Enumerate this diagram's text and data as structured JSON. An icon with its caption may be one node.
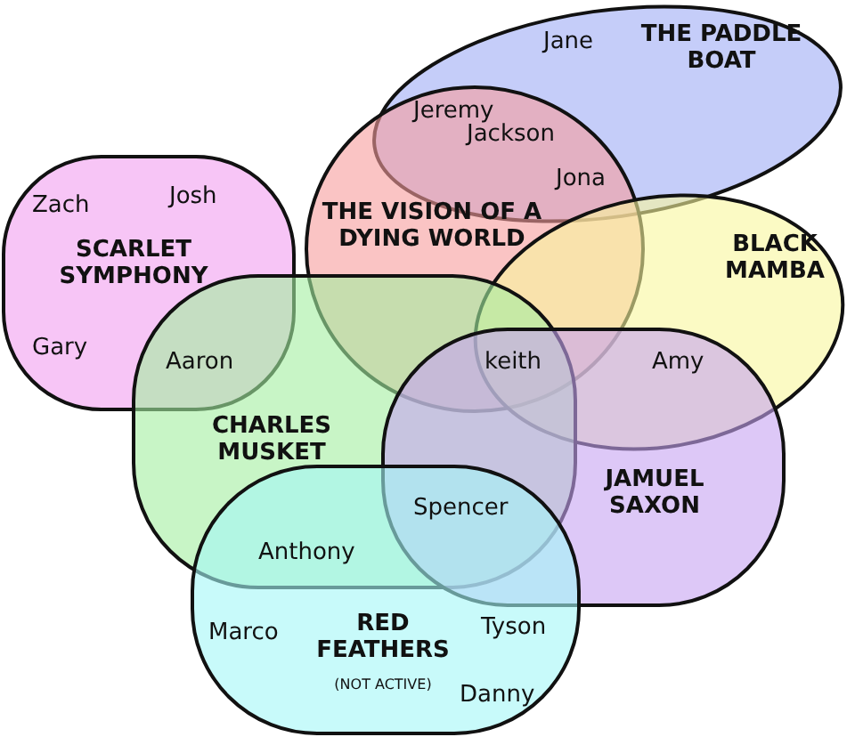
{
  "diagram": {
    "nodes": [
      {
        "text": [
          "THE PADDLE BOAT"
        ]
      },
      {
        "text": [
          "THE VISION OF A DYING WORLD"
        ]
      },
      {
        "text": [
          "SCARLET SYMPHONY"
        ]
      },
      {
        "text": [
          "BLACK MAMBA"
        ]
      },
      {
        "text": [
          "CHARLES MUSKET"
        ]
      },
      {
        "text": [
          "JAMUEL SAXON"
        ]
      },
      {
        "text": [
          "RED FEATHERS",
          "(NOT ACTIVE)"
        ]
      }
    ],
    "edges": [],
    "labels": [
      "Jane",
      "Jeremy",
      "Jackson",
      "Jona",
      "Zach",
      "Josh",
      "Gary",
      "Aaron",
      "keith",
      "Amy",
      "Spencer",
      "Anthony",
      "Marco",
      "Tyson",
      "Danny"
    ]
  }
}
